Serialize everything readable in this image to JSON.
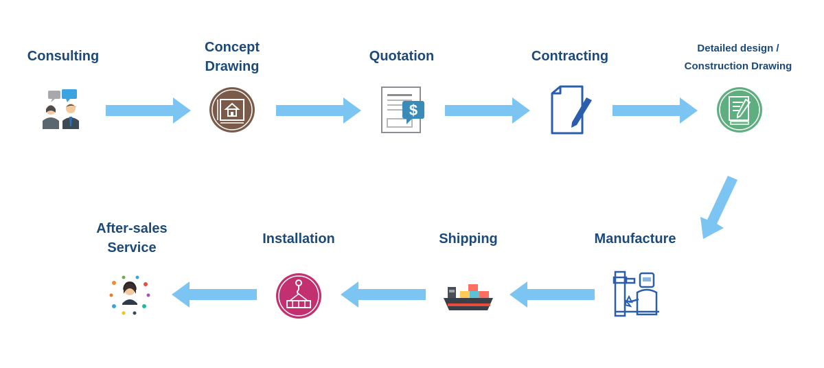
{
  "steps": [
    {
      "label": "Consulting",
      "icon": "consulting-people-icon"
    },
    {
      "label": "Concept\nDrawing",
      "icon": "blueprint-house-icon"
    },
    {
      "label": "Quotation",
      "icon": "quotation-document-dollar-icon"
    },
    {
      "label": "Contracting",
      "icon": "contract-document-pen-icon"
    },
    {
      "label": "Detailed design /\nConstruction Drawing",
      "icon": "construction-drawing-icon"
    },
    {
      "label": "Manufacture",
      "icon": "welder-worker-icon"
    },
    {
      "label": "Shipping",
      "icon": "cargo-ship-icon"
    },
    {
      "label": "Installation",
      "icon": "crane-hook-icon"
    },
    {
      "label": "After-sales\nService",
      "icon": "customer-service-agent-icon"
    }
  ],
  "colors": {
    "label": "#1b4a7a",
    "arrow": "#7cc4f2",
    "blueprint_brown": "#7a5a48",
    "design_green": "#5fae7f",
    "install_magenta": "#c2306f",
    "doc_blue": "#2a5dab",
    "dollar_teal": "#3b8bb8"
  }
}
